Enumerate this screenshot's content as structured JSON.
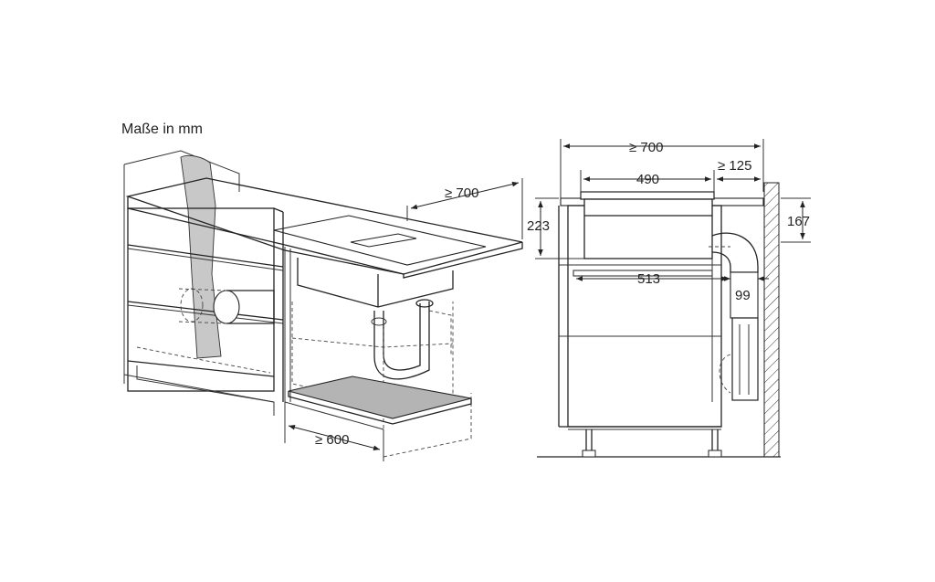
{
  "caption": "Maße in mm",
  "iso_dims": {
    "depth": "≥ 700",
    "width": "≥ 600"
  },
  "side_dims": {
    "overall_depth": "≥ 700",
    "hob_depth": "490",
    "rear_gap": "≥ 125",
    "hob_height": "223",
    "wall_height": "167",
    "duct_length": "513",
    "duct_width": "99"
  },
  "colors": {
    "line": "#222222",
    "duct_fill": "#c8c8c8",
    "panel_fill": "#b4b4b4",
    "wall_hatch": "#333333"
  }
}
